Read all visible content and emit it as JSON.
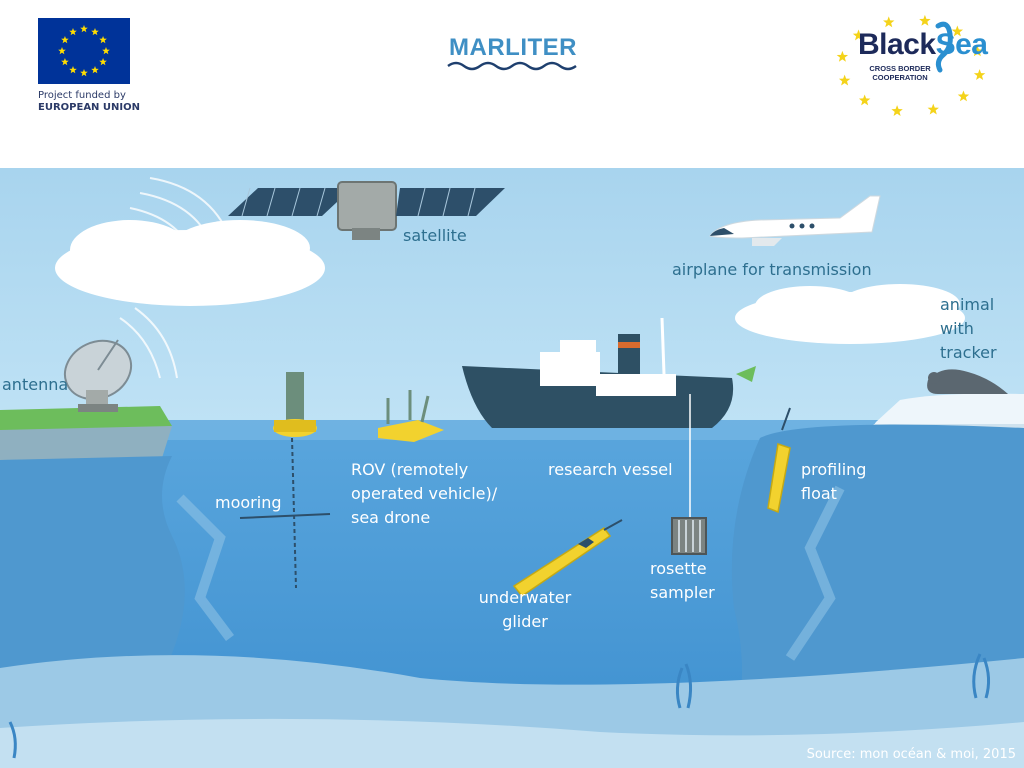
{
  "header": {
    "eu_text_line1": "Project  funded  by",
    "eu_text_line2": "EUROPEAN UNION",
    "marliter_logo": "MARLITER",
    "blacksea_title_black": "Black",
    "blacksea_title_sea": "Sea",
    "blacksea_sub_line1": "CROSS BORDER",
    "blacksea_sub_line2": "COOPERATION"
  },
  "labels": {
    "satellite": "satellite",
    "airplane": "airplane for transmission",
    "animal": [
      "animal",
      "with",
      "tracker"
    ],
    "antenna": "antenna",
    "mooring": "mooring",
    "rov": [
      "ROV (remotely",
      "operated vehicle)/",
      "sea drone"
    ],
    "vessel": "research vessel",
    "float": [
      "profiling",
      "float"
    ],
    "rosette": [
      "rosette",
      "sampler"
    ],
    "glider": [
      "underwater",
      "glider"
    ]
  },
  "source": "Source: mon océan & moi, 2015",
  "colors": {
    "sky": "#aed8ef",
    "sea_surface": "#5aa6dd",
    "deep_water": "#3d8fcf",
    "label_text": "#ffffff",
    "sky_label_text": "#2d6f8f",
    "eu_blue": "#003399",
    "eu_star": "#ffdd00",
    "instrument_yellow": "#f2d22e"
  }
}
